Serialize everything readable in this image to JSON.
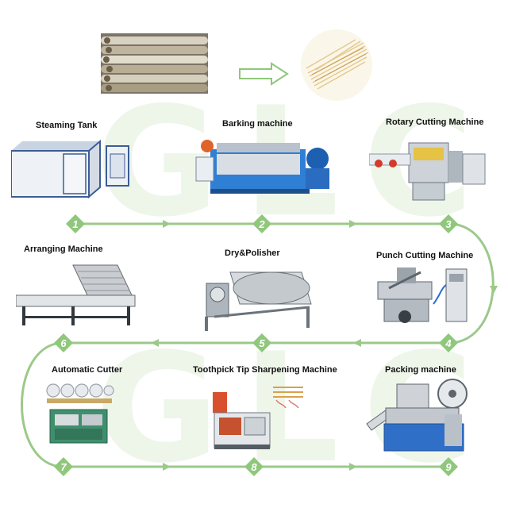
{
  "watermark": {
    "text": "GLC"
  },
  "flow": {
    "colors": {
      "line": "#9cc98a",
      "badge": "#8fc77c",
      "badge_text": "#ffffff"
    }
  },
  "steps": [
    {
      "number": "1",
      "label": "Steaming Tank"
    },
    {
      "number": "2",
      "label": "Barking machine"
    },
    {
      "number": "3",
      "label": "Rotary Cutting Machine"
    },
    {
      "number": "4",
      "label": "Punch Cutting Machine"
    },
    {
      "number": "5",
      "label": "Dry&Polisher"
    },
    {
      "number": "6",
      "label": "Arranging Machine"
    },
    {
      "number": "7",
      "label": "Automatic Cutter"
    },
    {
      "number": "8",
      "label": "Toothpick Tip Sharpening Machine"
    },
    {
      "number": "9",
      "label": "Packing machine"
    }
  ],
  "icons": {
    "raw": "log-pile-icon",
    "product": "toothpick-bundle-icon",
    "arrow": "hollow-arrow-icon"
  }
}
